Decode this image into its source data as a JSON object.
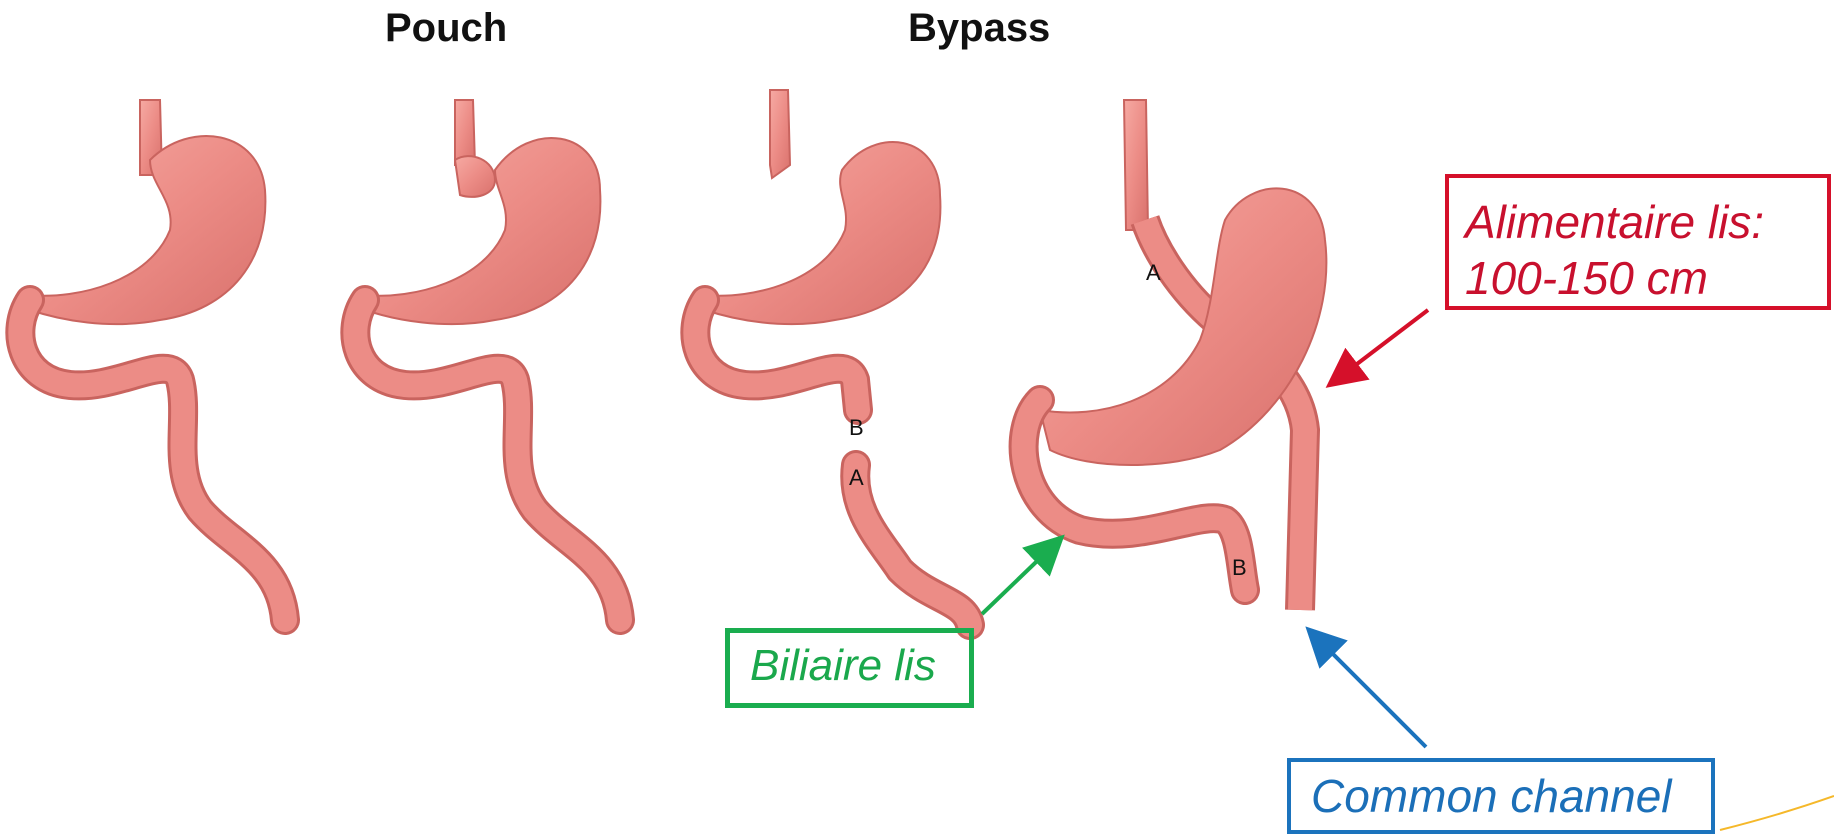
{
  "headings": {
    "pouch": "Pouch",
    "bypass": "Bypass"
  },
  "labels": {
    "alimentaire_line1": "Alimentaire lis:",
    "alimentaire_line2": "100-150 cm",
    "biliaire": "Biliaire lis",
    "common": "Common channel"
  },
  "markers": {
    "a": "A",
    "b": "B"
  },
  "colors": {
    "tissue": "#ec8c86",
    "tissue_dark": "#c9645f",
    "alimentaire": "#d5102a",
    "biliaire": "#1aad4f",
    "common": "#1b73bd",
    "accent_line": "#f5b82a"
  }
}
